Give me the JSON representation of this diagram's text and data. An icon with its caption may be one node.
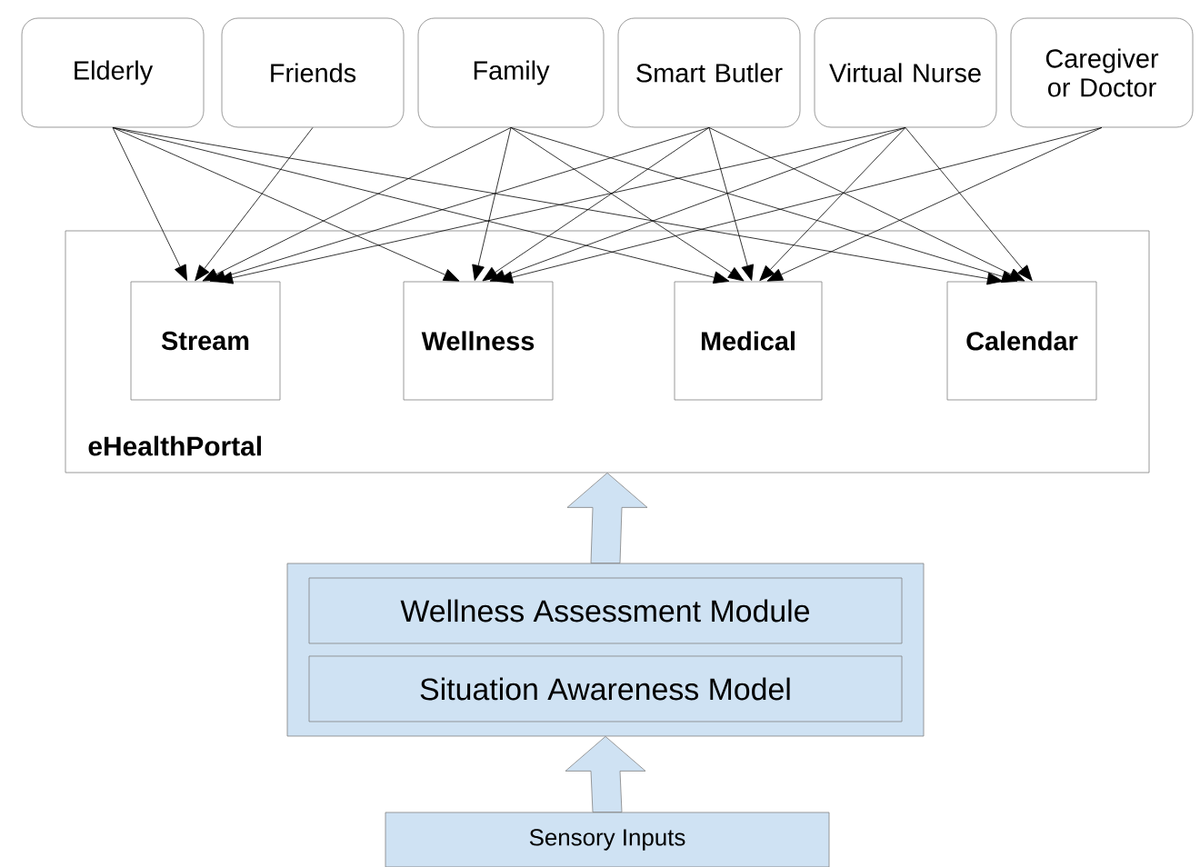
{
  "diagram": {
    "nodes": [
      {
        "text": [
          "Elderly"
        ]
      },
      {
        "text": [
          "Friends"
        ]
      },
      {
        "text": [
          "Family"
        ]
      },
      {
        "text": [
          "Smart Butler"
        ]
      },
      {
        "text": [
          "Virtual Nurse"
        ]
      },
      {
        "text": [
          "Caregiver or Doctor"
        ]
      },
      {
        "text": [
          "eHealthPortal"
        ]
      },
      {
        "text": [
          "Stream"
        ],
        "in": 6
      },
      {
        "text": [
          "Wellness"
        ],
        "in": 6
      },
      {
        "text": [
          "Medical"
        ],
        "in": 6
      },
      {
        "text": [
          "Calendar"
        ],
        "in": 6
      },
      {
        "text": [],
        "shape": "box"
      },
      {
        "text": [
          "Wellness Assessment Module"
        ],
        "in": 11
      },
      {
        "text": [
          "Situation Awareness Model"
        ],
        "in": 11
      },
      {
        "text": [
          "Sensory Inputs"
        ]
      }
    ],
    "edges": [
      {
        "from": 0,
        "to": 7,
        "arrow": "to"
      },
      {
        "from": 0,
        "to": 8,
        "arrow": "to"
      },
      {
        "from": 0,
        "to": 9,
        "arrow": "to"
      },
      {
        "from": 0,
        "to": 10,
        "arrow": "to"
      },
      {
        "from": 1,
        "to": 7,
        "arrow": "to"
      },
      {
        "from": 2,
        "to": 7,
        "arrow": "to"
      },
      {
        "from": 2,
        "to": 8,
        "arrow": "to"
      },
      {
        "from": 2,
        "to": 9,
        "arrow": "to"
      },
      {
        "from": 2,
        "to": 10,
        "arrow": "to"
      },
      {
        "from": 3,
        "to": 7,
        "arrow": "to"
      },
      {
        "from": 3,
        "to": 8,
        "arrow": "to"
      },
      {
        "from": 3,
        "to": 9,
        "arrow": "to"
      },
      {
        "from": 3,
        "to": 10,
        "arrow": "to"
      },
      {
        "from": 4,
        "to": 7,
        "arrow": "to"
      },
      {
        "from": 4,
        "to": 8,
        "arrow": "to"
      },
      {
        "from": 4,
        "to": 9,
        "arrow": "to"
      },
      {
        "from": 4,
        "to": 10,
        "arrow": "to"
      },
      {
        "from": 5,
        "to": 8,
        "arrow": "to"
      },
      {
        "from": 5,
        "to": 9,
        "arrow": "to"
      },
      {
        "from": 11,
        "to": 6,
        "arrow": "to",
        "style": "thick"
      },
      {
        "from": 14,
        "to": 11,
        "arrow": "to",
        "style": "thick"
      }
    ]
  }
}
